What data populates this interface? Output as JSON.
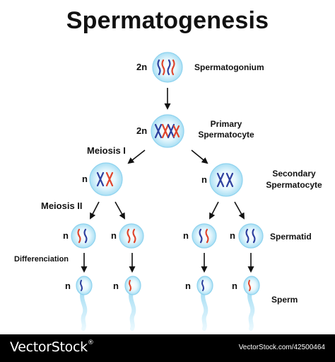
{
  "title": "Spermatogenesis",
  "stages": {
    "spermatogonium": {
      "ploidy": "2n",
      "label": "Spermatogonium"
    },
    "primary": {
      "ploidy": "2n",
      "label_line1": "Primary",
      "label_line2": "Spermatocyte"
    },
    "secondary": {
      "ploidy": "n",
      "label_line1": "Secondary",
      "label_line2": "Spermatocyte"
    },
    "spermatid": {
      "ploidy": "n",
      "label": "Spermatid"
    },
    "sperm": {
      "ploidy": "n",
      "label": "Sperm"
    }
  },
  "processes": {
    "meiosis1": "Meiosis I",
    "meiosis2": "Meiosis II",
    "differentiation": "Differenciation"
  },
  "colors": {
    "cell_fill": "#cdeefb",
    "cell_stroke": "#7fcbec",
    "chromosome_red": "#e0442b",
    "chromosome_blue": "#2d3f9e",
    "arrow": "#111111",
    "footer_bg": "#000000"
  },
  "footer": {
    "brand": "VectorStock",
    "brand_mark": "®",
    "url": "VectorStock.com/42500464"
  }
}
